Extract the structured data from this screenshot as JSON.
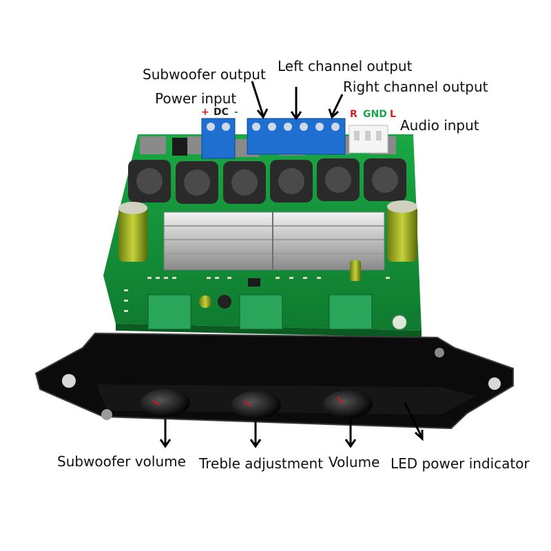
{
  "labels": {
    "subwoofer_output": "Subwoofer output",
    "left_channel_output": "Left channel output",
    "right_channel_output": "Right channel output",
    "power_input": "Power input",
    "audio_input": "Audio input",
    "subwoofer_volume": "Subwoofer volume",
    "treble_adjustment": "Treble adjustment",
    "volume": "Volume",
    "led_power_indicator": "LED power indicator"
  },
  "connector_marks": {
    "dc_plus": "+",
    "dc": "DC",
    "dc_minus": "-",
    "r": "R",
    "gnd": "GND",
    "l": "L"
  },
  "colors": {
    "pcb": "#159a3c",
    "terminal_blue": "#1e6fd0",
    "panel_black": "#0b0b0b",
    "plus_red": "#d42020",
    "minus_green": "#1aa34a",
    "r_red": "#d42020",
    "gnd_green": "#1aa34a",
    "l_red": "#d42020"
  },
  "icons": [
    "down-arrow-icon",
    "diagonal-arrow-icon"
  ]
}
